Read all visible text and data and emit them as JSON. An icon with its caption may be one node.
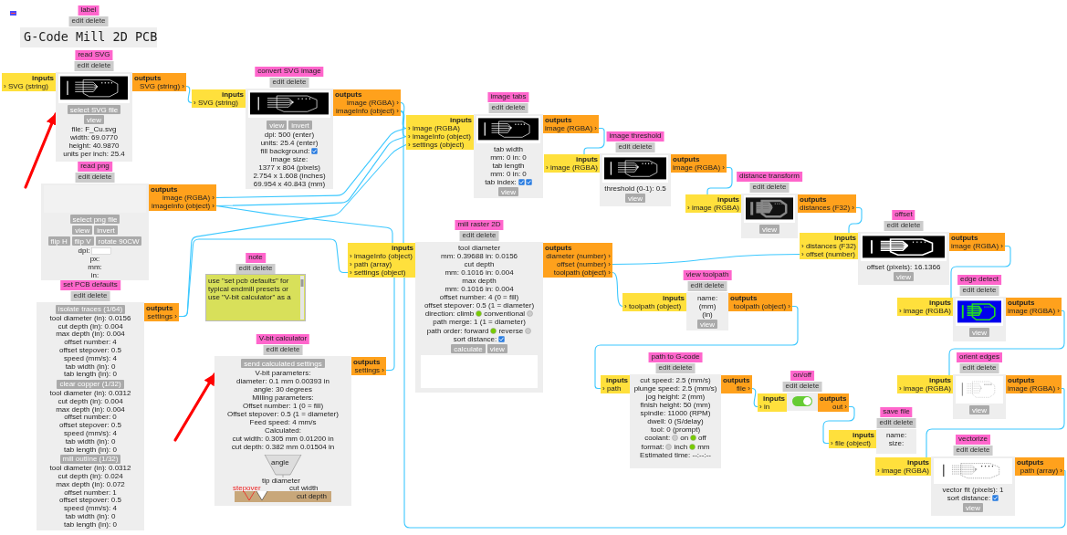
{
  "diagram": {
    "nodes": [
      {
        "text": [
          "label",
          "edit delete",
          "G-Code Mill 2D PCB"
        ]
      },
      {
        "text": [
          "read SVG",
          "edit delete",
          "select SVG file",
          "view",
          "file: F_Cu.svg",
          "width: 69.0770",
          "height: 40.9870",
          "units per inch: 25.4"
        ]
      },
      {
        "text": [
          "inputs",
          "› SVG (string)"
        ]
      },
      {
        "text": [
          "outputs",
          "SVG (string) ›"
        ]
      },
      {
        "text": [
          "convert SVG image",
          "edit delete",
          "view",
          "invert",
          "dpi: 500 (enter)",
          "units: 25.4 (enter)",
          "fill background:",
          "image size:",
          "1377 x 804 (pixels)",
          "2.754 x 1.608 (inches)",
          "69.954 x 40.843 (mm)"
        ]
      },
      {
        "text": [
          "inputs",
          "› SVG (string)"
        ]
      },
      {
        "text": [
          "outputs",
          "image (RGBA) ›",
          "imageInfo (object) ›"
        ]
      },
      {
        "text": [
          "read png",
          "edit delete",
          "select png file",
          "view",
          "invert",
          "flip H",
          "flip V",
          "rotate 90CW",
          "dpi:",
          "px:",
          "mm:",
          "in:"
        ]
      },
      {
        "text": [
          "outputs",
          "image (RGBA) ›",
          "imageInfo (object) ›"
        ]
      },
      {
        "text": [
          "image tabs",
          "edit delete",
          "tab width",
          "mm: 0 in: 0",
          "tab length",
          "mm: 0 in: 0",
          "tab index:",
          "view"
        ]
      },
      {
        "text": [
          "inputs",
          "› image (RGBA)",
          "› imageInfo (object)",
          "› settings (object)"
        ]
      },
      {
        "text": [
          "outputs",
          "image (RGBA) ›"
        ]
      },
      {
        "text": [
          "image threshold",
          "edit delete",
          "threshold (0-1): 0.5",
          "view"
        ]
      },
      {
        "text": [
          "inputs",
          "› image (RGBA)"
        ]
      },
      {
        "text": [
          "outputs",
          "image (RGBA) ›"
        ]
      },
      {
        "text": [
          "distance transform",
          "edit delete",
          "view"
        ]
      },
      {
        "text": [
          "inputs",
          "› image (RGBA)"
        ]
      },
      {
        "text": [
          "outputs",
          "distances (F32) ›"
        ]
      },
      {
        "text": [
          "offset",
          "edit delete",
          "offset (pixels): 16.1366",
          "view"
        ]
      },
      {
        "text": [
          "inputs",
          "› distances (F32)",
          "› offset (number)"
        ]
      },
      {
        "text": [
          "outputs",
          "image (RGBA) ›"
        ]
      },
      {
        "text": [
          "edge detect",
          "edit delete",
          "view"
        ]
      },
      {
        "text": [
          "inputs",
          "› image (RGBA)"
        ]
      },
      {
        "text": [
          "outputs",
          "image (RGBA) ›"
        ]
      },
      {
        "text": [
          "orient edges",
          "edit delete",
          "view"
        ]
      },
      {
        "text": [
          "inputs",
          "› image (RGBA)"
        ]
      },
      {
        "text": [
          "outputs",
          "image (RGBA) ›"
        ]
      },
      {
        "text": [
          "mill raster 2D",
          "edit delete",
          "tool diameter",
          "mm: 0.39688 in: 0.0156",
          "cut depth",
          "mm: 0.1016 in: 0.004",
          "max depth",
          "mm: 0.1016 in: 0.004",
          "offset number: 4 (0 = fill)",
          "offset stepover: 0.5 (1 = diameter)",
          "direction: climb",
          "conventional",
          "path merge: 1 (1 = diameter)",
          "path order: forward",
          "reverse",
          "sort distance:",
          "calculate",
          "view"
        ]
      },
      {
        "text": [
          "inputs",
          "› imageInfo (object)",
          "› path (array)",
          "› settings (object)"
        ]
      },
      {
        "text": [
          "outputs",
          "diameter (number) ›",
          "offset (number) ›",
          "toolpath (object) ›"
        ]
      },
      {
        "text": [
          "view toolpath",
          "edit delete",
          "name:",
          "(mm)",
          "(in)",
          "view"
        ]
      },
      {
        "text": [
          "inputs",
          "› toolpath (object)"
        ]
      },
      {
        "text": [
          "outputs",
          "toolpath (object) ›"
        ]
      },
      {
        "text": [
          "path to G-code",
          "edit delete",
          "cut speed: 2.5 (mm/s)",
          "plunge speed: 2.5 (mm/s)",
          "jog height: 2 (mm)",
          "finish height: 50 (mm)",
          "spindle: 11000 (RPM)",
          "dwell: 0 (S/delay)",
          "tool: 0 (prompt)",
          "coolant:",
          "on",
          "off",
          "format:",
          "inch",
          "mm",
          "Estimated time: --:--:--"
        ]
      },
      {
        "text": [
          "inputs",
          "› path"
        ]
      },
      {
        "text": [
          "outputs",
          "file ›"
        ]
      },
      {
        "text": [
          "on/off",
          "edit delete"
        ]
      },
      {
        "text": [
          "inputs",
          "› in"
        ]
      },
      {
        "text": [
          "outputs",
          "out ›"
        ]
      },
      {
        "text": [
          "save file",
          "edit delete",
          "name:",
          "size:"
        ]
      },
      {
        "text": [
          "inputs",
          "› file (object)"
        ]
      },
      {
        "text": [
          "note",
          "edit delete",
          "use \"set pcb defaults\" for typical endmill presets or use \"V-bit calculator\" as a"
        ]
      },
      {
        "text": [
          "set PCB defaults",
          "edit delete",
          "isolate traces (1/64)",
          "tool diameter (in): 0.0156",
          "cut depth (in): 0.004",
          "max depth (in): 0.004",
          "offset number: 4",
          "offset stepover: 0.5",
          "speed (mm/s): 4",
          "tab width (in): 0",
          "tab length (in): 0",
          "clear copper (1/32)",
          "tool diameter (in): 0.0312",
          "cut depth (in): 0.004",
          "max depth (in): 0.004",
          "offset number: 0",
          "offset stepover: 0.5",
          "speed (mm/s): 4",
          "tab width (in): 0",
          "tab length (in): 0",
          "mill outline (1/32)",
          "tool diameter (in): 0.0312",
          "cut depth (in): 0.024",
          "max depth (in): 0.072",
          "offset number: 1",
          "offset stepover: 0.5",
          "speed (mm/s): 4",
          "tab width (in): 0",
          "tab length (in): 0"
        ]
      },
      {
        "text": [
          "outputs",
          "settings ›"
        ]
      },
      {
        "text": [
          "V-bit calculator",
          "edit delete",
          "send calculated settings",
          "V-bit parameters:",
          "diameter: 0.1 mm 0.00393 in",
          "angle: 30 degrees",
          "Milling parameters:",
          "Offset number: 1 (0 = fill)",
          "Offset stepover: 0.5 (1 = diameter)",
          "Feed speed: 4 mm/s",
          "Calculated:",
          "cut width: 0.305 mm 0.01200 in",
          "cut depth: 0.382 mm 0.01504 in",
          "angle",
          "tip diameter",
          "stepover",
          "cut width",
          "cut depth"
        ]
      },
      {
        "text": [
          "outputs",
          "settings ›"
        ]
      },
      {
        "text": [
          "vectorize",
          "edit delete",
          "vector fit (pixels): 1",
          "sort distance:",
          "view"
        ]
      },
      {
        "text": [
          "inputs",
          "› image (RGBA)"
        ]
      },
      {
        "text": [
          "outputs",
          "path (array) ›"
        ]
      },
      {
        "text": [],
        "shape": "box",
        "in": 27
      }
    ],
    "edges": [
      {
        "from": 3,
        "to": 5,
        "arrow": "none"
      },
      {
        "from": 6,
        "to": 10,
        "arrow": "none"
      },
      {
        "from": 6,
        "to": 10,
        "arrow": "none"
      },
      {
        "from": 6,
        "to": 28,
        "arrow": "none"
      },
      {
        "from": 8,
        "to": 10,
        "arrow": "none"
      },
      {
        "from": 8,
        "to": 10,
        "arrow": "none"
      },
      {
        "from": 8,
        "to": 28,
        "arrow": "none"
      },
      {
        "from": 43,
        "to": 10,
        "arrow": "none"
      },
      {
        "from": 43,
        "to": 28,
        "arrow": "none"
      },
      {
        "from": 45,
        "to": 28,
        "arrow": "none"
      },
      {
        "from": 11,
        "to": 13,
        "arrow": "none"
      },
      {
        "from": 14,
        "to": 16,
        "arrow": "none"
      },
      {
        "from": 17,
        "to": 19,
        "arrow": "none"
      },
      {
        "from": 29,
        "to": 19,
        "arrow": "none"
      },
      {
        "from": 20,
        "to": 22,
        "arrow": "none"
      },
      {
        "from": 23,
        "to": 25,
        "arrow": "none"
      },
      {
        "from": 26,
        "to": 47,
        "arrow": "none"
      },
      {
        "from": 48,
        "to": 28,
        "arrow": "none"
      },
      {
        "from": 29,
        "to": 31,
        "arrow": "none"
      },
      {
        "from": 32,
        "to": 34,
        "arrow": "none"
      },
      {
        "from": 35,
        "to": 37,
        "arrow": "none"
      },
      {
        "from": 38,
        "to": 40,
        "arrow": "none"
      },
      {
        "from": null,
        "to": 1,
        "arrow": "to",
        "style": "thick",
        "color": "#ff0000"
      },
      {
        "from": null,
        "to": 44,
        "arrow": "to",
        "style": "thick",
        "color": "#ff0000"
      }
    ]
  }
}
